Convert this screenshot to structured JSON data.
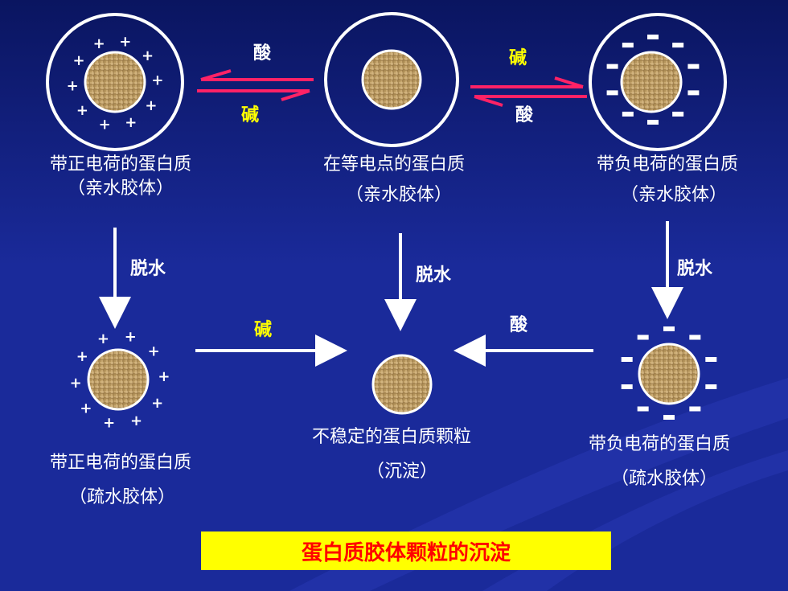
{
  "diagram": {
    "labels": {
      "top_left_line1": "带正电荷的蛋白质",
      "top_left_line2": "（亲水胶体）",
      "top_center_line1": "在等电点的蛋白质",
      "top_center_line2": "（亲水胶体）",
      "top_right_line1": "带负电荷的蛋白质",
      "top_right_line2": "（亲水胶体）",
      "bottom_left_line1": "带正电荷的蛋白质",
      "bottom_left_line2": "（疏水胶体）",
      "bottom_center_line1": "不稳定的蛋白质颗粒",
      "bottom_center_line2": "（沉淀）",
      "bottom_right_line1": "带负电荷的蛋白质",
      "bottom_right_line2": "（疏水胶体）"
    },
    "arrows": {
      "top_left_upper": "酸",
      "top_left_lower": "碱",
      "top_right_upper": "碱",
      "top_right_lower": "酸",
      "down_left": "脱水",
      "down_center": "脱水",
      "down_right": "脱水",
      "bottom_left": "碱",
      "bottom_right": "酸"
    },
    "charges": {
      "positive": "+",
      "negative": "-"
    },
    "title": "蛋白质胶体颗粒的沉淀"
  },
  "colors": {
    "background": "#1a2a9a",
    "equilibrium_arrow": "#ff2266",
    "white_arrow": "#ffffff",
    "highlight_text": "#ffff00",
    "title_box": "#ffff00",
    "title_text": "#ff0000",
    "particle": "#c8a870"
  }
}
